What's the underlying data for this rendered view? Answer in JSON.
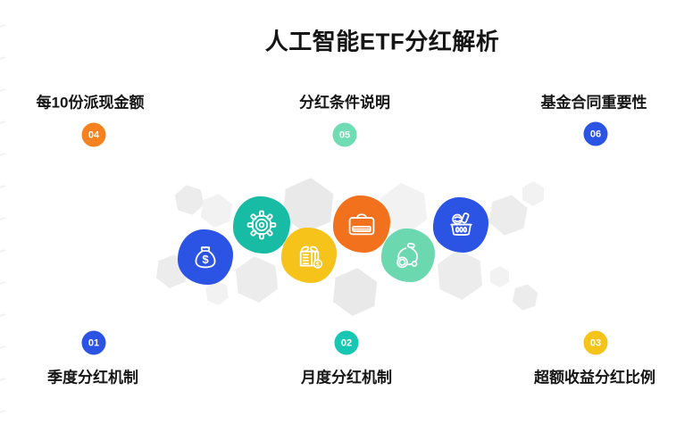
{
  "title": "人工智能ETF分红解析",
  "items": [
    {
      "num": "01",
      "label": "季度分红机制",
      "badge_color": "#2b54e4",
      "position": "bottom-left"
    },
    {
      "num": "02",
      "label": "月度分红机制",
      "badge_color": "#17c6b3",
      "position": "bottom-center"
    },
    {
      "num": "03",
      "label": "超额收益分红比例",
      "badge_color": "#f5c41b",
      "position": "bottom-right"
    },
    {
      "num": "04",
      "label": "每10份派现金额",
      "badge_color": "#f5821f",
      "position": "top-left"
    },
    {
      "num": "05",
      "label": "分红条件说明",
      "badge_color": "#70dcb3",
      "position": "top-center"
    },
    {
      "num": "06",
      "label": "基金合同重要性",
      "badge_color": "#2b54e4",
      "position": "top-right"
    }
  ],
  "center_icons": [
    {
      "name": "money-bag-icon",
      "circle_color": "#2b54e4"
    },
    {
      "name": "gear-icon",
      "circle_color": "#18bca4"
    },
    {
      "name": "gift-box-icon",
      "circle_color": "#f6c31b"
    },
    {
      "name": "briefcase-icon",
      "circle_color": "#f2711c"
    },
    {
      "name": "money-jar-icon",
      "circle_color": "#6bd8b0"
    },
    {
      "name": "shopping-basket-icon",
      "circle_color": "#2b54e4"
    }
  ],
  "decor": {
    "background": "#ffffff",
    "hexagon_color": "#ececec",
    "icon_stroke": "#ffffff"
  }
}
